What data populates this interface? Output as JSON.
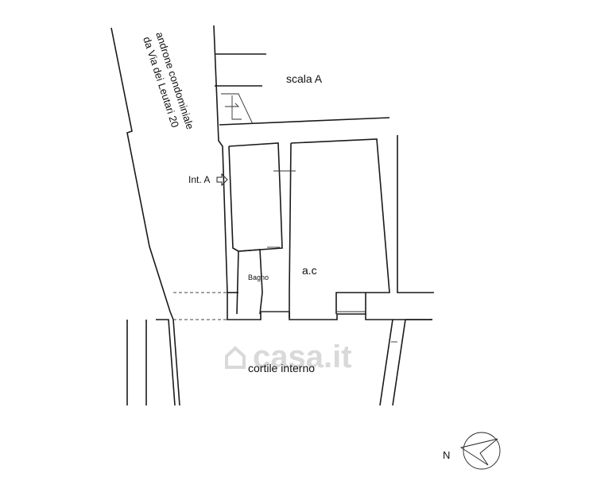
{
  "labels": {
    "corridor_line1": "androne condominiale",
    "corridor_line2": "da Via dei Leutari 20",
    "stair": "scala A",
    "entrance": "Int. A",
    "bathroom": "Bagno",
    "room": "a.c",
    "courtyard": "cortile interno",
    "north": "N"
  },
  "watermark": "casa.it",
  "colors": {
    "line": "#1a1a1a",
    "watermark": "#d9d9d9",
    "background": "#ffffff"
  }
}
